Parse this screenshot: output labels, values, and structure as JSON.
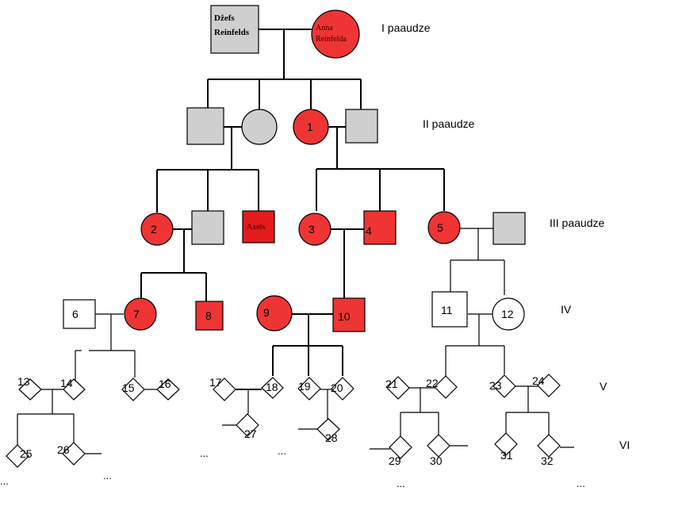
{
  "colors": {
    "affected": "#ef3434",
    "grey": "#cfcfcf",
    "white": "#ffffff"
  },
  "generations": [
    "I paaudze",
    "II paaudze",
    "III paaudze",
    "IV",
    "V",
    "VI"
  ],
  "founders": {
    "male": [
      "Džefs",
      "Reinfelds"
    ],
    "female": [
      "Anna",
      "Reinfelda"
    ]
  },
  "named": {
    "axels": "Axels"
  },
  "numbers": [
    "1",
    "2",
    "3",
    "4",
    "5",
    "6",
    "7",
    "8",
    "9",
    "10",
    "11",
    "12",
    "13",
    "14",
    "15",
    "16",
    "17",
    "18",
    "19",
    "20",
    "21",
    "22",
    "23",
    "24",
    "25",
    "26",
    "27",
    "28",
    "29",
    "30",
    "31",
    "32"
  ],
  "ellipsis": "..."
}
